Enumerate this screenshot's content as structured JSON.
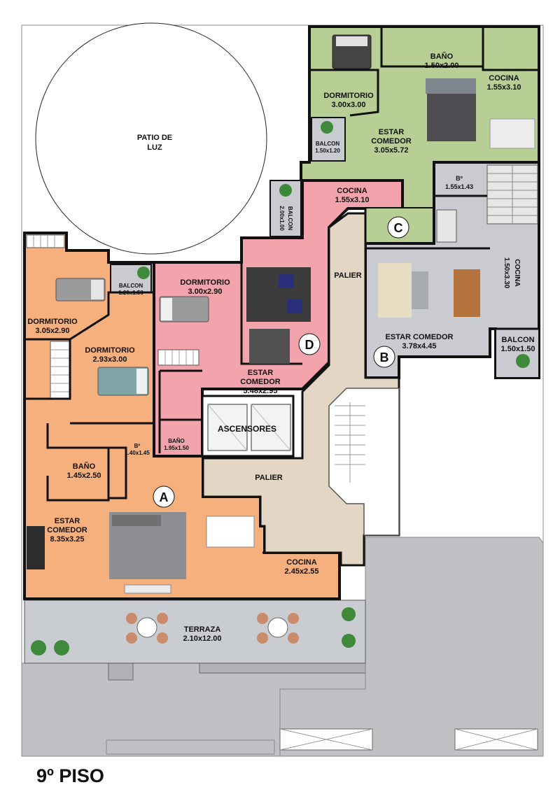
{
  "floor_title": "9º PISO",
  "colors": {
    "unit_a": "#f6b07e",
    "unit_b": "#c9cbd0",
    "unit_c": "#b7cf94",
    "unit_d": "#f2a3ac",
    "common": "#e4d6c5",
    "terrace": "#c9ccd1",
    "exterior": "#bfc1c4",
    "wall": "#111111"
  },
  "patio": {
    "line1": "PATIO DE",
    "line2": "LUZ"
  },
  "units": {
    "a": {
      "badge": "A",
      "rooms": [
        {
          "id": "dormitorio-1",
          "name": "DORMITORIO",
          "size": "3.05x2.90"
        },
        {
          "id": "dormitorio-2",
          "name": "DORMITORIO",
          "size": "2.93x3.00"
        },
        {
          "id": "balcon",
          "name": "BALCON",
          "size": "1.20x1.50"
        },
        {
          "id": "bano",
          "name": "BAÑO",
          "size": "1.45x2.50"
        },
        {
          "id": "b",
          "name": "Bº",
          "size": "1.40x1.45"
        },
        {
          "id": "estar-comedor",
          "name": "ESTAR",
          "name2": "COMEDOR",
          "size": "8.35x3.25"
        },
        {
          "id": "cocina",
          "name": "COCINA",
          "size": "2.45x2.55"
        },
        {
          "id": "terraza",
          "name": "TERRAZA",
          "size": "2.10x12.00"
        }
      ]
    },
    "b": {
      "badge": "B",
      "rooms": [
        {
          "id": "estar-comedor",
          "name": "ESTAR COMEDOR",
          "size": "3.78x4.45"
        },
        {
          "id": "cocina",
          "name": "COCINA",
          "size": "1.50x3.30"
        },
        {
          "id": "balcon",
          "name": "BALCON",
          "size": "1.50x1.50"
        },
        {
          "id": "b",
          "name": "Bº",
          "size": "1.55x1.43"
        }
      ]
    },
    "c": {
      "badge": "C",
      "rooms": [
        {
          "id": "dormitorio",
          "name": "DORMITORIO",
          "size": "3.00x3.00"
        },
        {
          "id": "bano",
          "name": "BAÑO",
          "size": "1.50x2.00"
        },
        {
          "id": "cocina",
          "name": "COCINA",
          "size": "1.55x3.10"
        },
        {
          "id": "estar-comedor",
          "name": "ESTAR",
          "name2": "COMEDOR",
          "size": "3.05x5.72"
        },
        {
          "id": "balcon",
          "name": "BALCON",
          "size": "1.50x1.20"
        }
      ]
    },
    "d": {
      "badge": "D",
      "rooms": [
        {
          "id": "cocina",
          "name": "COCINA",
          "size": "1.55x3.10"
        },
        {
          "id": "balcon",
          "name": "BALCON",
          "size": "2.00x1.00"
        },
        {
          "id": "dormitorio",
          "name": "DORMITORIO",
          "size": "3.00x2.90"
        },
        {
          "id": "estar-comedor",
          "name": "ESTAR",
          "name2": "COMEDOR",
          "size": "5.48x2.95"
        },
        {
          "id": "bano",
          "name": "BAÑO",
          "size": "1.95x1.50"
        }
      ]
    }
  },
  "common": {
    "ascensores": "ASCENSORES",
    "palier_1": "PALIER",
    "palier_2": "PALIER"
  }
}
